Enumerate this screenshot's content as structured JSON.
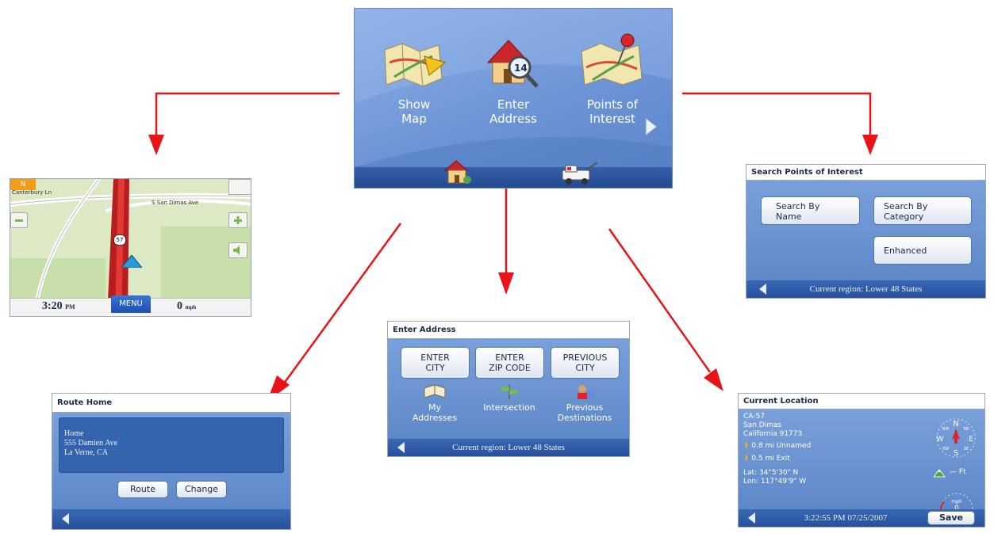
{
  "main_menu": {
    "show_map": [
      "Show",
      "Map"
    ],
    "enter_address": [
      "Enter",
      "Address"
    ],
    "points_of_interest": [
      "Points of",
      "Interest"
    ],
    "address_badge": "14"
  },
  "map_screen": {
    "compass_label": "N",
    "street_top_left": "Canterbury Ln",
    "street_right": "S San Dimas Ave",
    "route_shield": "57",
    "time": "3:20",
    "time_suffix": "PM",
    "menu_label": "MENU",
    "speed": "0",
    "speed_unit": "mph"
  },
  "search_poi": {
    "title": "Search Points of Interest",
    "by_name": [
      "Search By",
      "Name"
    ],
    "by_category": [
      "Search By",
      "Category"
    ],
    "enhanced": "Enhanced",
    "footer": "Current region: Lower 48 States"
  },
  "route_home": {
    "title": "Route Home",
    "address_lines": [
      "Home",
      "555 Damien Ave",
      "La Verne, CA"
    ],
    "route_button": "Route",
    "change_button": "Change"
  },
  "enter_address": {
    "title": "Enter Address",
    "enter_city": [
      "ENTER",
      "CITY"
    ],
    "enter_zip": [
      "ENTER",
      "ZIP CODE"
    ],
    "previous_city": [
      "PREVIOUS",
      "CITY"
    ],
    "my_addresses": [
      "My",
      "Addresses"
    ],
    "intersection": "Intersection",
    "previous_destinations": [
      "Previous",
      "Destinations"
    ],
    "footer": "Current region: Lower 48 States"
  },
  "current_location": {
    "title": "Current Location",
    "location_lines": [
      "CA-57",
      "San Dimas",
      "California 91773"
    ],
    "next_road": "0.8 mi Unnamed",
    "prev_road": "0.5 mi Exit",
    "lat": "Lat:  34°5'30\"   N",
    "lon": "Lon:  117°49'9\"   W",
    "elevation": "— Ft",
    "compass": {
      "n": "N",
      "s": "S",
      "e": "E",
      "w": "W",
      "nw": "NW",
      "ne": "NE",
      "sw": "SW",
      "se": "SE"
    },
    "speed_unit": "mph",
    "speed_value": "0",
    "footer": "3:22:55 PM  07/25/2007",
    "save_button": "Save"
  },
  "colors": {
    "arrow": "#e8141a",
    "screen_blue": "#6a93d3",
    "bar_blue": "#2b559e"
  }
}
